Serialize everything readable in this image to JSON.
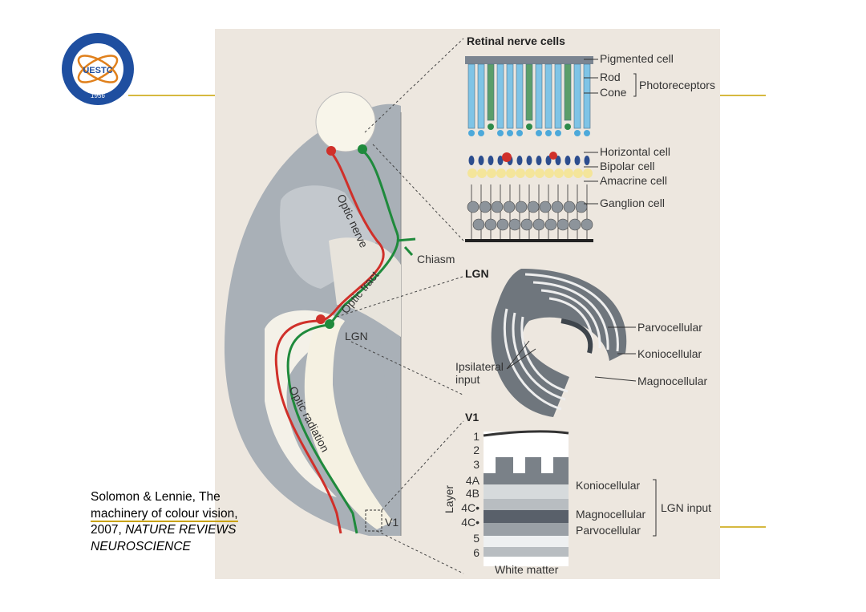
{
  "logo": {
    "text": "UESTC",
    "year": "1956"
  },
  "colors": {
    "accent_line": "#c9a200",
    "panel_bg": "#ede7df",
    "red_path": "#d0302a",
    "green_path": "#1f8a3c"
  },
  "retina": {
    "header": "Retinal nerve cells",
    "labels": {
      "pigmented": "Pigmented cell",
      "rod": "Rod",
      "cone": "Cone",
      "photoreceptors": "Photoreceptors",
      "horizontal": "Horizontal cell",
      "bipolar": "Bipolar cell",
      "amacrine": "Amacrine cell",
      "ganglion": "Ganglion cell"
    }
  },
  "brain": {
    "optic_nerve": "Optic nerve",
    "chiasm": "Chiasm",
    "optic_tract": "Optic tract",
    "lgn": "LGN",
    "optic_radiation": "Optic radiation",
    "v1": "V1"
  },
  "lgn_panel": {
    "header": "LGN",
    "parvocellular": "Parvocellular",
    "koniocellular": "Koniocellular",
    "magnocellular": "Magnocellular",
    "ipsilateral_1": "Ipsilateral",
    "ipsilateral_2": "input"
  },
  "v1_panel": {
    "header": "V1",
    "layer_axis": "Layer",
    "layers": [
      "1",
      "2",
      "3",
      "4A",
      "4B",
      "4C•",
      "4C•",
      "5",
      "6"
    ],
    "koniocellular": "Koniocellular",
    "magnocellular": "Magnocellular",
    "parvocellular": "Parvocellular",
    "lgn_input": "LGN input",
    "white_matter": "White matter"
  },
  "caption": {
    "line1": "Solomon & Lennie, The",
    "line2": "machinery of colour vision,",
    "line3_plain": "2007, ",
    "line3_italic": "NATURE REVIEWS",
    "line4_italic": "NEUROSCIENCE"
  }
}
